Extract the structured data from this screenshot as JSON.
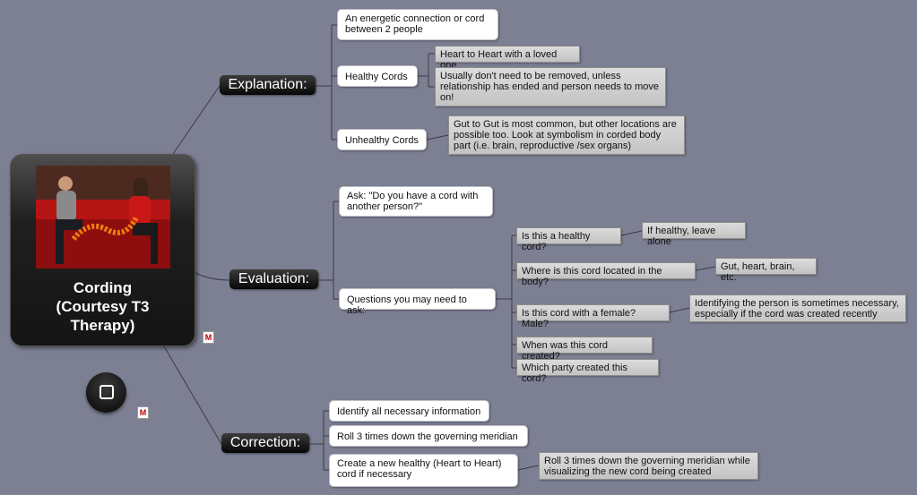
{
  "central": {
    "title": "Cording\n(Courtesy T3\nTherapy)"
  },
  "branches": {
    "explanation": "Explanation:",
    "evaluation": "Evaluation:",
    "correction": "Correction:"
  },
  "explanation": {
    "definition": "An energetic connection or cord between 2 people",
    "healthy_cords": "Healthy Cords",
    "healthy_heart": "Heart to Heart with a loved one",
    "healthy_removal": "Usually don't need to be removed, unless relationship has ended and person needs to move on!",
    "unhealthy_cords": "Unhealthy Cords",
    "unhealthy_detail": "Gut to Gut is most common, but other locations are possible too. Look at symbolism in corded body part (i.e. brain, reproductive /sex organs)"
  },
  "evaluation": {
    "ask": "Ask: \"Do you have a cord with another person?\"",
    "questions_label": "Questions you may need to ask:",
    "q_healthy": "Is this a healthy cord?",
    "a_healthy": "If healthy, leave alone",
    "q_location": "Where is this cord located in the body?",
    "a_location": "Gut, heart, brain, etc.",
    "q_gender": "Is this cord with a female? Male?",
    "a_gender": "Identifying the person is sometimes necessary, especially if the cord was created recently",
    "q_when": "When was this cord created?",
    "q_party": "Which party created this cord?"
  },
  "correction": {
    "identify": "Identify all necessary information",
    "roll": "Roll 3 times down the governing meridian",
    "create": "Create a new healthy (Heart to Heart) cord if necessary",
    "roll_visualize": "Roll 3 times down the governing meridian while visualizing the new cord being created"
  },
  "icons": {
    "note_icon_1": "map-note-icon",
    "note_icon_2": "map-note-icon",
    "glyph": "M"
  },
  "colors": {
    "background": "#7d8093",
    "branch": "#111111",
    "topic_white": "#ffffff",
    "topic_gray": "#cfcfcf",
    "connector": "#3c3c46"
  }
}
